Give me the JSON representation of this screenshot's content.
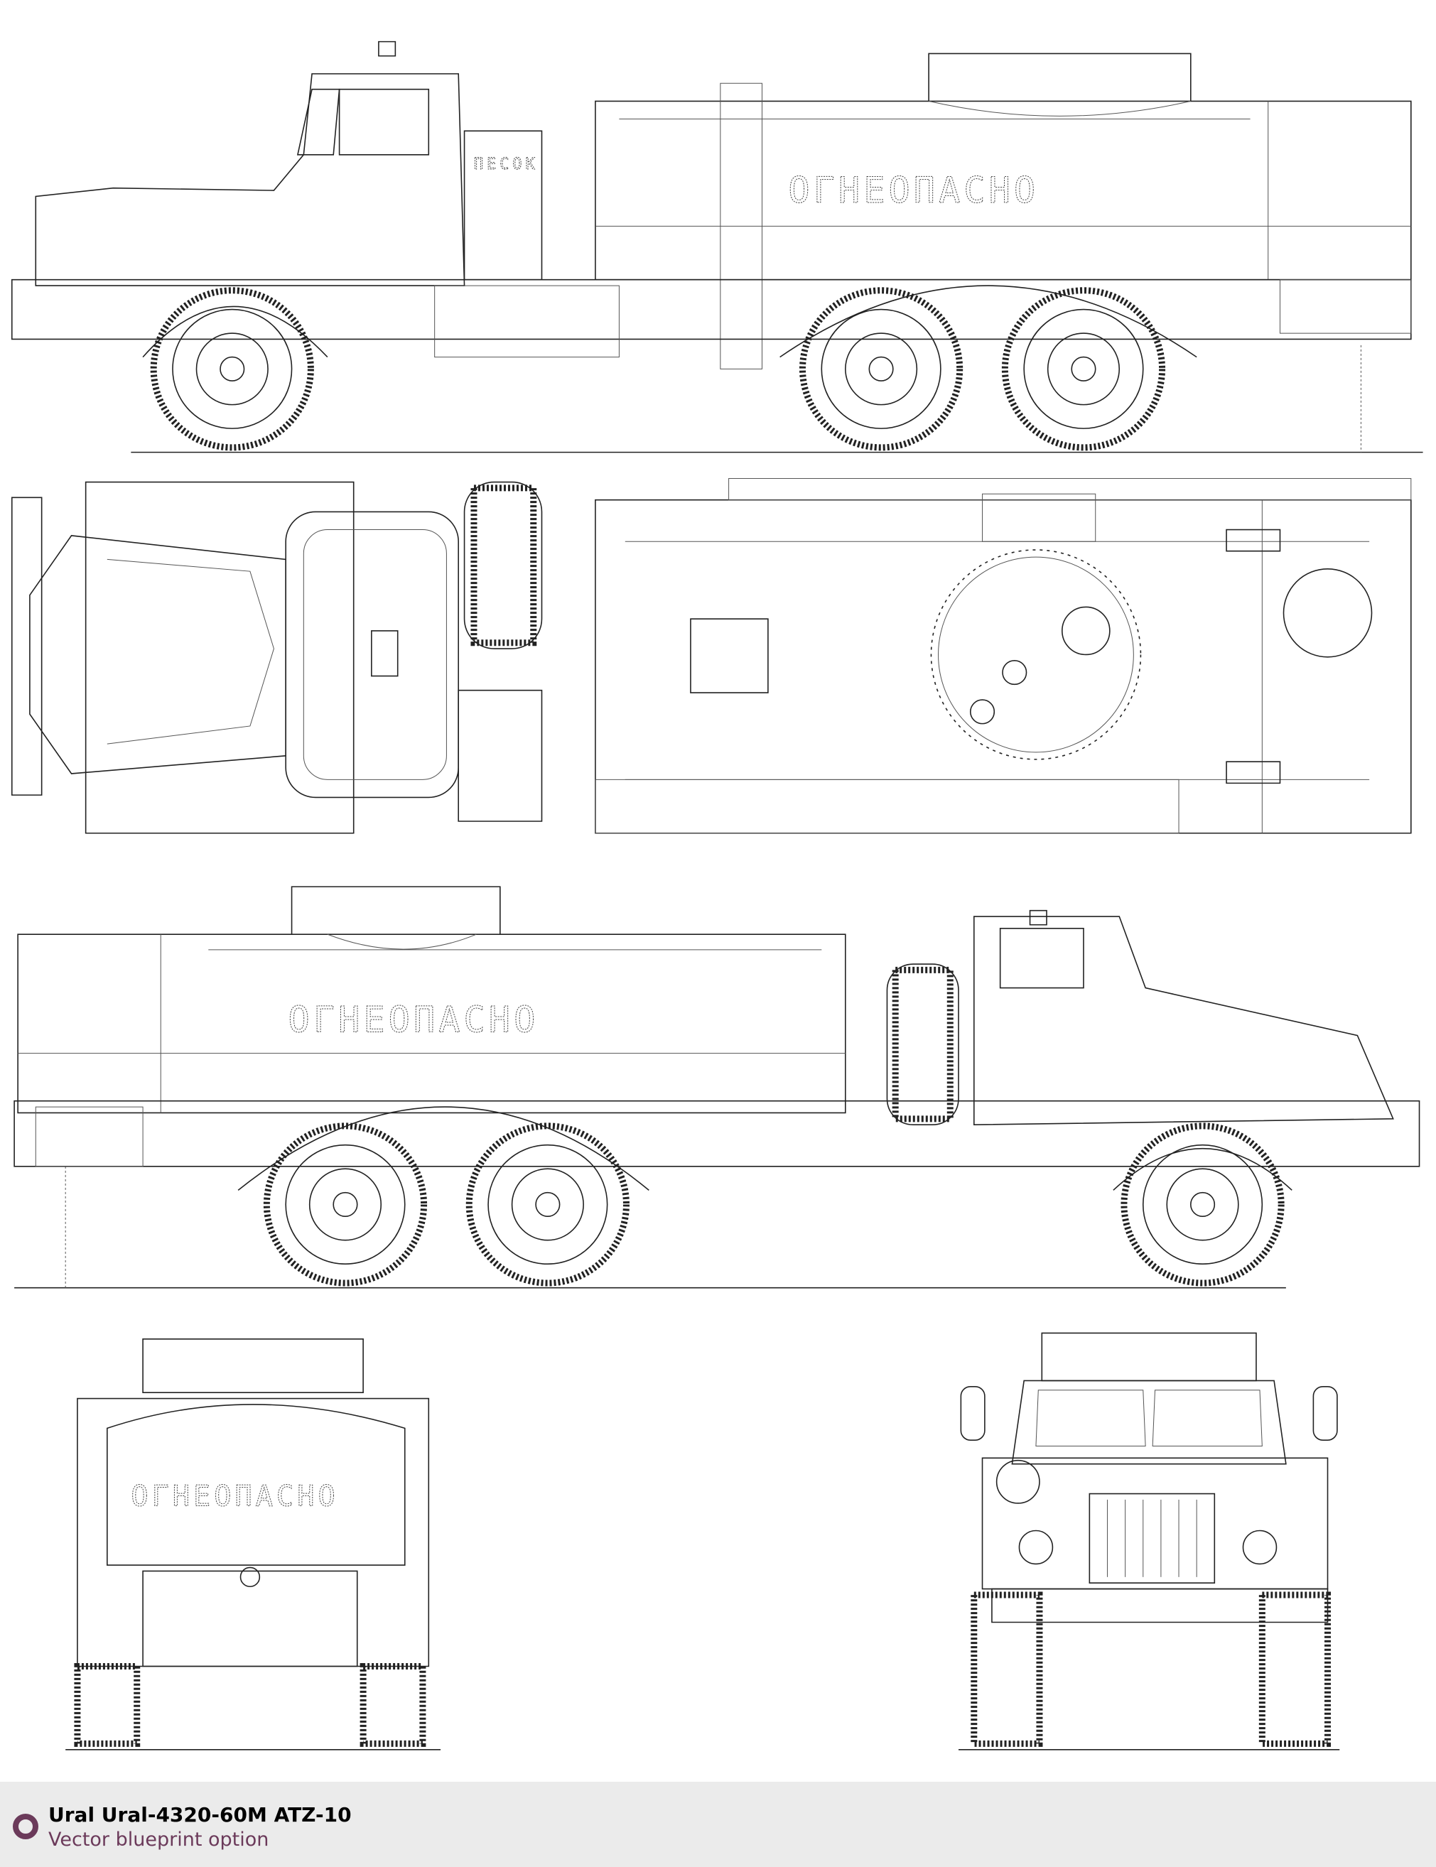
{
  "drawing": {
    "tank_stencil": "ОГНЕОПАСНО",
    "box_stencil": "ПЕСОК",
    "views": [
      "side-left",
      "top",
      "side-right",
      "rear",
      "front"
    ]
  },
  "footer": {
    "title": "Ural Ural-4320-60M ATZ-10",
    "subtitle": "Vector blueprint option",
    "accent_color": "#6b3a5a",
    "background_color": "#ebebeb"
  }
}
